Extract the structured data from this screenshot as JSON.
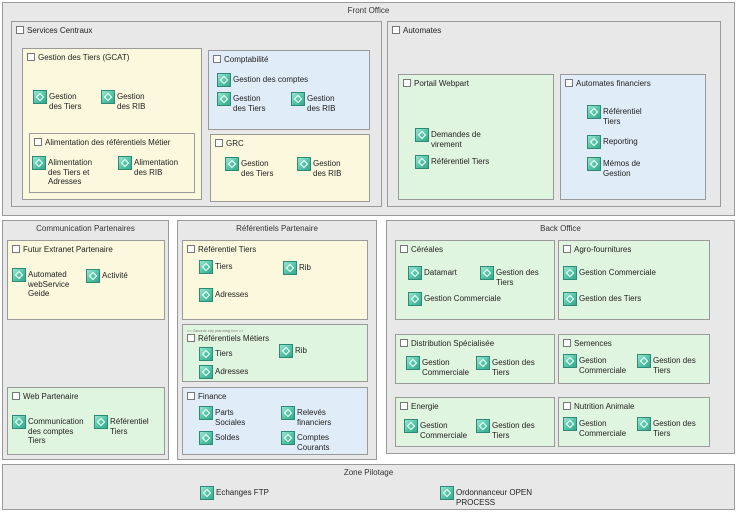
{
  "zones": {
    "front_office": "Front Office",
    "communication": "Communication Partenaires",
    "referentiels": "Référentiels Partenaire",
    "back_office": "Back Office",
    "pilotage": "Zone Pilotage"
  },
  "services_centraux": {
    "title": "Services Centraux",
    "gcat": {
      "title": "Gestion des Tiers (GCAT)",
      "apps": [
        "Gestion\ndes Tiers",
        "Gestion\ndes RIB"
      ],
      "alimentation": {
        "title": "Alimentation des référentiels Métier",
        "apps": [
          "Alimentation\ndes Tiers et\nAdresses",
          "Alimentation\ndes RIB"
        ]
      }
    },
    "comptabilite": {
      "title": "Comptabilité",
      "apps": [
        "Gestion des comptes",
        "Gestion\ndes Tiers",
        "Gestion\ndes RIB"
      ]
    },
    "grc": {
      "title": "GRC",
      "apps": [
        "Gestion\ndes Tiers",
        "Gestion\ndes RIB"
      ]
    }
  },
  "automates": {
    "title": "Automates",
    "portail": {
      "title": "Portail Webpart",
      "apps": [
        "Demandes de\nvirement",
        "Référentiel Tiers"
      ]
    },
    "financiers": {
      "title": "Automates financiers",
      "apps": [
        "Référentiel\nTiers",
        "Reporting",
        "Mémos de\nGestion"
      ]
    }
  },
  "communication": {
    "extranet": {
      "title": "Futur Extranet Partenaire",
      "apps": [
        "Automated\nwebService\nGeide",
        "Activité"
      ]
    },
    "web": {
      "title": "Web Partenaire",
      "apps": [
        "Communication\ndes comptes\nTiers",
        "Référentiel\nTiers"
      ]
    }
  },
  "referentiels": {
    "tiers": {
      "title": "Référentiel Tiers",
      "apps": [
        "Tiers",
        "Rib",
        "Adresses"
      ]
    },
    "metiers": {
      "stereotype": "<< Generic city planning box >>",
      "title": "Référentiels Métiers",
      "apps": [
        "Tiers",
        "Rib",
        "Adresses"
      ]
    },
    "finance": {
      "title": "Finance",
      "apps": [
        "Parts\nSociales",
        "Relevés\nfinanciers",
        "Soldes",
        "Comptes\nCourants"
      ]
    }
  },
  "back_office": {
    "cereales": {
      "title": "Céréales",
      "apps": [
        "Datamart",
        "Gestion des\nTiers",
        "Gestion Commerciale"
      ]
    },
    "agro": {
      "title": "Agro-fournitures",
      "apps": [
        "Gestion Commerciale",
        "Gestion des Tiers"
      ]
    },
    "distribution": {
      "title": "Distribution Spécialisée",
      "apps": [
        "Gestion\nCommerciale",
        "Gestion des\nTiers"
      ]
    },
    "semences": {
      "title": "Semences",
      "apps": [
        "Gestion\nCommerciale",
        "Gestion des\nTiers"
      ]
    },
    "energie": {
      "title": "Energie",
      "apps": [
        "Gestion\nCommerciale",
        "Gestion des\nTiers"
      ]
    },
    "nutrition": {
      "title": "Nutrition Animale",
      "apps": [
        "Gestion\nCommerciale",
        "Gestion des\nTiers"
      ]
    }
  },
  "pilotage": {
    "apps": [
      "Echanges FTP",
      "Ordonnanceur OPEN\nPROCESS"
    ]
  }
}
